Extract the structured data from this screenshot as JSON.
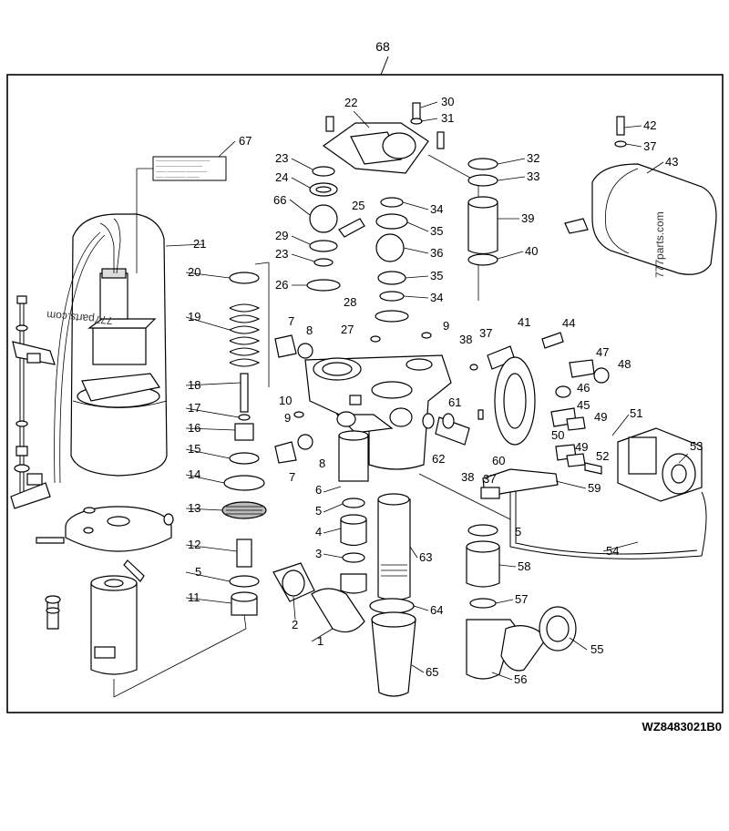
{
  "drawing": {
    "assembly_number": "68",
    "drawing_code": "WZ8483021B0",
    "watermark_a": "777parts.com",
    "watermark_b": "777parts.com",
    "decal_lines": [
      "─────────────────────",
      "──────────────────",
      "──── ─────── ────────",
      "─── ──────── ─────"
    ]
  },
  "callouts": [
    {
      "id": "c1",
      "text": "1"
    },
    {
      "id": "c2",
      "text": "2"
    },
    {
      "id": "c3",
      "text": "3"
    },
    {
      "id": "c4",
      "text": "4"
    },
    {
      "id": "c5a",
      "text": "5"
    },
    {
      "id": "c5b",
      "text": "5"
    },
    {
      "id": "c5c",
      "text": "5"
    },
    {
      "id": "c6",
      "text": "6"
    },
    {
      "id": "c7a",
      "text": "7"
    },
    {
      "id": "c7b",
      "text": "7"
    },
    {
      "id": "c8a",
      "text": "8"
    },
    {
      "id": "c8b",
      "text": "8"
    },
    {
      "id": "c9a",
      "text": "9"
    },
    {
      "id": "c9b",
      "text": "9"
    },
    {
      "id": "c10",
      "text": "10"
    },
    {
      "id": "c11",
      "text": "11"
    },
    {
      "id": "c12",
      "text": "12"
    },
    {
      "id": "c13",
      "text": "13"
    },
    {
      "id": "c14",
      "text": "14"
    },
    {
      "id": "c15",
      "text": "15"
    },
    {
      "id": "c16",
      "text": "16"
    },
    {
      "id": "c17",
      "text": "17"
    },
    {
      "id": "c18",
      "text": "18"
    },
    {
      "id": "c19",
      "text": "19"
    },
    {
      "id": "c20",
      "text": "20"
    },
    {
      "id": "c21",
      "text": "21"
    },
    {
      "id": "c22",
      "text": "22"
    },
    {
      "id": "c23a",
      "text": "23"
    },
    {
      "id": "c23b",
      "text": "23"
    },
    {
      "id": "c24",
      "text": "24"
    },
    {
      "id": "c25",
      "text": "25"
    },
    {
      "id": "c26",
      "text": "26"
    },
    {
      "id": "c27",
      "text": "27"
    },
    {
      "id": "c28",
      "text": "28"
    },
    {
      "id": "c29",
      "text": "29"
    },
    {
      "id": "c30",
      "text": "30"
    },
    {
      "id": "c31",
      "text": "31"
    },
    {
      "id": "c32",
      "text": "32"
    },
    {
      "id": "c33",
      "text": "33"
    },
    {
      "id": "c34a",
      "text": "34"
    },
    {
      "id": "c34b",
      "text": "34"
    },
    {
      "id": "c35a",
      "text": "35"
    },
    {
      "id": "c35b",
      "text": "35"
    },
    {
      "id": "c36",
      "text": "36"
    },
    {
      "id": "c37a",
      "text": "37"
    },
    {
      "id": "c37b",
      "text": "37"
    },
    {
      "id": "c37c",
      "text": "37"
    },
    {
      "id": "c38a",
      "text": "38"
    },
    {
      "id": "c38b",
      "text": "38"
    },
    {
      "id": "c39",
      "text": "39"
    },
    {
      "id": "c40",
      "text": "40"
    },
    {
      "id": "c41",
      "text": "41"
    },
    {
      "id": "c42",
      "text": "42"
    },
    {
      "id": "c43",
      "text": "43"
    },
    {
      "id": "c44",
      "text": "44"
    },
    {
      "id": "c45",
      "text": "45"
    },
    {
      "id": "c46",
      "text": "46"
    },
    {
      "id": "c47",
      "text": "47"
    },
    {
      "id": "c48",
      "text": "48"
    },
    {
      "id": "c49a",
      "text": "49"
    },
    {
      "id": "c49b",
      "text": "49"
    },
    {
      "id": "c50",
      "text": "50"
    },
    {
      "id": "c51",
      "text": "51"
    },
    {
      "id": "c52",
      "text": "52"
    },
    {
      "id": "c53",
      "text": "53"
    },
    {
      "id": "c54",
      "text": "54"
    },
    {
      "id": "c55",
      "text": "55"
    },
    {
      "id": "c56",
      "text": "56"
    },
    {
      "id": "c57",
      "text": "57"
    },
    {
      "id": "c58",
      "text": "58"
    },
    {
      "id": "c59",
      "text": "59"
    },
    {
      "id": "c60",
      "text": "60"
    },
    {
      "id": "c61",
      "text": "61"
    },
    {
      "id": "c62",
      "text": "62"
    },
    {
      "id": "c63",
      "text": "63"
    },
    {
      "id": "c64",
      "text": "64"
    },
    {
      "id": "c65",
      "text": "65"
    },
    {
      "id": "c66",
      "text": "66"
    },
    {
      "id": "c67",
      "text": "67"
    }
  ]
}
